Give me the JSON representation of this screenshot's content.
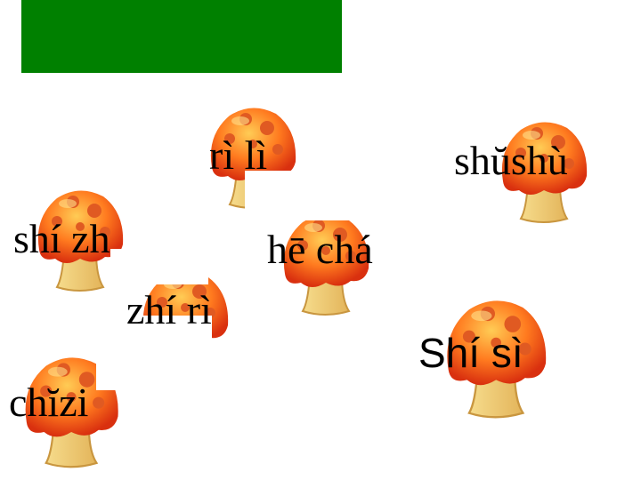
{
  "colors": {
    "top_block": "#008000",
    "cap_light": "#ffb347",
    "cap_dark": "#e03a12",
    "spots": "#d84a1a",
    "stem": "#f3d27a"
  },
  "icon": "mushroom-icon",
  "words": {
    "ri_li": "rì  lì",
    "shushu": "shŭshù",
    "shi_zh": "shí zh",
    "he_cha": "hē chá",
    "zhi_ri": "zhí rì",
    "shi_si": "Shí sì",
    "chizi": "chĭzi"
  }
}
